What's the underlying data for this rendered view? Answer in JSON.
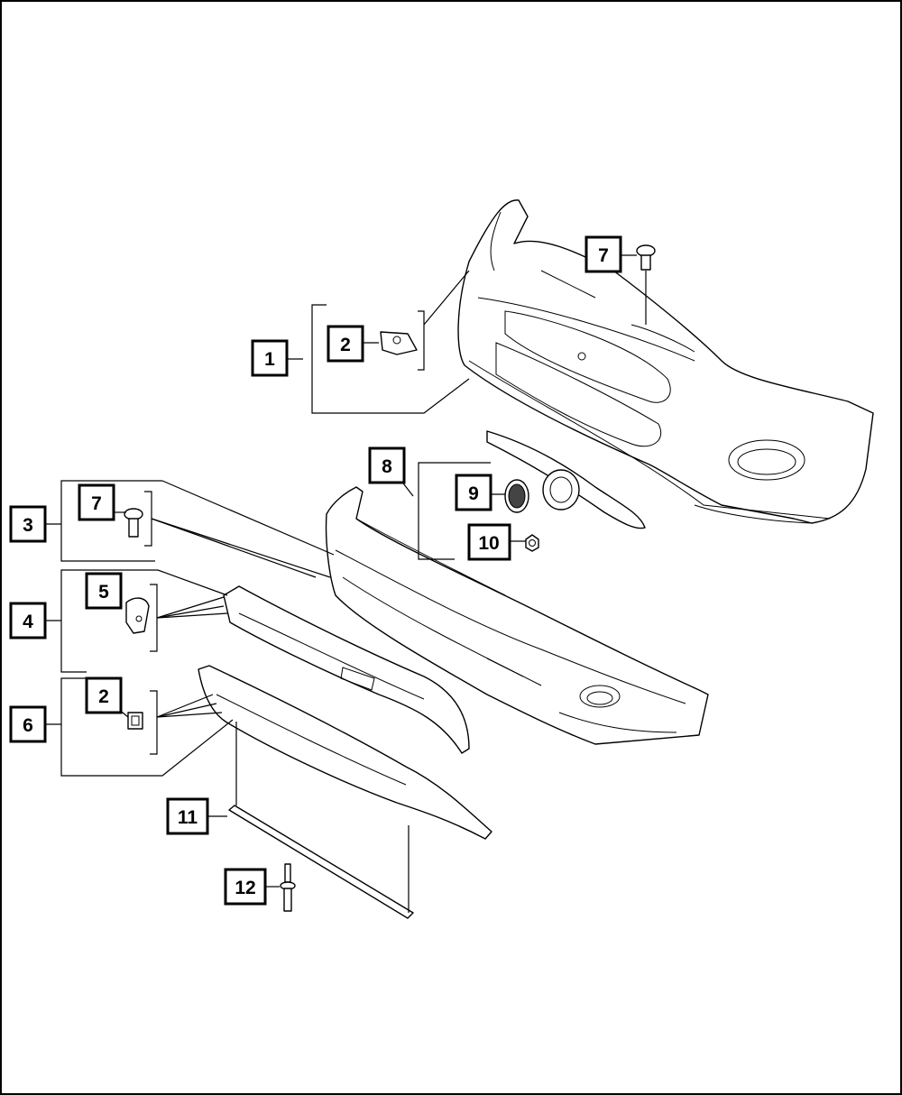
{
  "callouts": [
    {
      "id": "c1",
      "label": "1"
    },
    {
      "id": "c2a",
      "label": "2"
    },
    {
      "id": "c7a",
      "label": "7"
    },
    {
      "id": "c8",
      "label": "8"
    },
    {
      "id": "c9",
      "label": "9"
    },
    {
      "id": "c10",
      "label": "10"
    },
    {
      "id": "c3",
      "label": "3"
    },
    {
      "id": "c7b",
      "label": "7"
    },
    {
      "id": "c4",
      "label": "4"
    },
    {
      "id": "c5",
      "label": "5"
    },
    {
      "id": "c6",
      "label": "6"
    },
    {
      "id": "c2b",
      "label": "2"
    },
    {
      "id": "c11",
      "label": "11"
    },
    {
      "id": "c12",
      "label": "12"
    }
  ]
}
